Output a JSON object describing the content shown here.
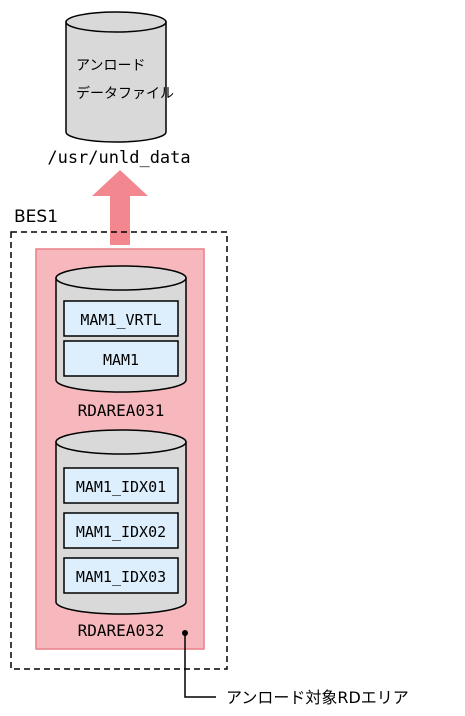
{
  "top_file": {
    "label_line1": "アンロード",
    "label_line2": "データファイル",
    "path": "/usr/unld_data"
  },
  "server": {
    "name": "BES1"
  },
  "rdareas": [
    {
      "name": "RDAREA031",
      "tables": [
        "MAM1_VRTL",
        "MAM1"
      ]
    },
    {
      "name": "RDAREA032",
      "tables": [
        "MAM1_IDX01",
        "MAM1_IDX02",
        "MAM1_IDX03"
      ]
    }
  ],
  "callout": {
    "label": "アンロード対象RDエリア"
  },
  "colors": {
    "cylinder_fill": "#d9d9d9",
    "highlight_area": "#f6b8bc",
    "highlight_border": "#ea7f88",
    "arrow": "#f2878f",
    "table_box_fill": "#ddeefc"
  }
}
